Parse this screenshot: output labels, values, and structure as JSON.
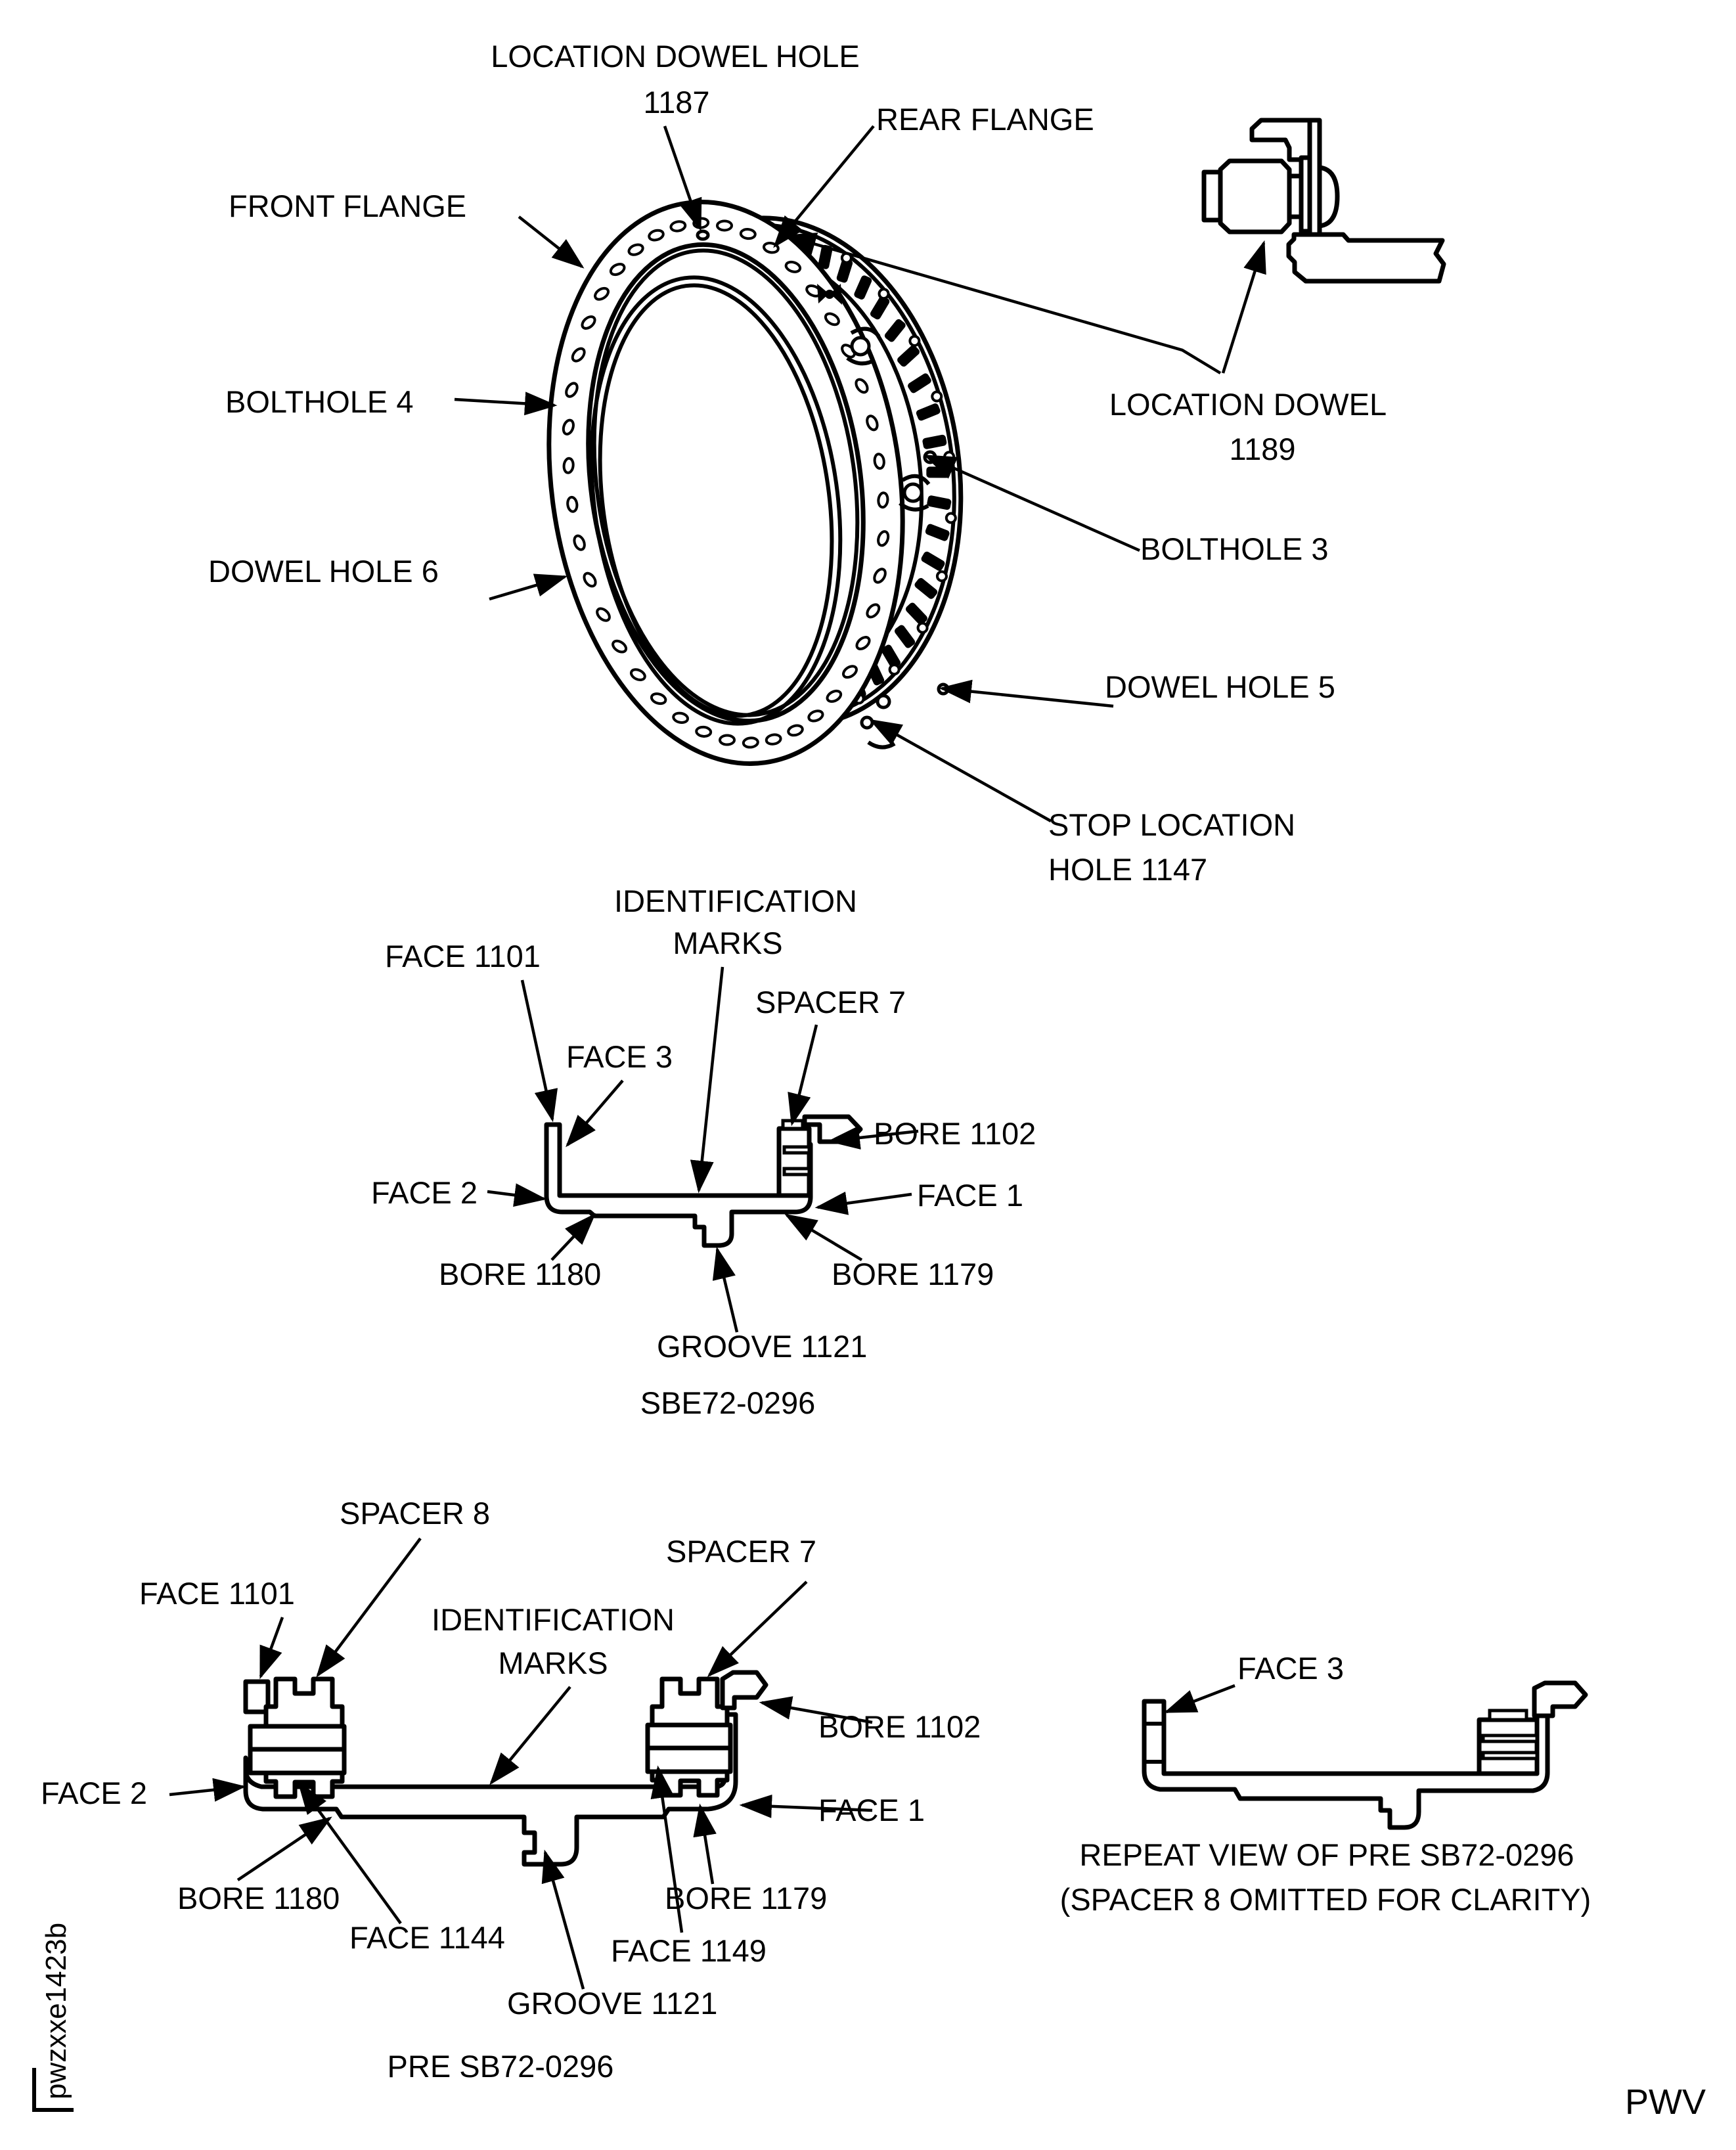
{
  "doc_type": "technical-illustration",
  "ring_view": {
    "labels": {
      "location_dowel_hole_line1": "LOCATION DOWEL HOLE",
      "location_dowel_hole_line2": "1187",
      "rear_flange": "REAR FLANGE",
      "front_flange": "FRONT FLANGE",
      "bolthole_4": "BOLTHOLE 4",
      "dowel_hole_6": "DOWEL HOLE 6",
      "location_dowel_line1": "LOCATION DOWEL",
      "location_dowel_line2": "1189",
      "bolthole_3": "BOLTHOLE 3",
      "dowel_hole_5": "DOWEL HOLE 5",
      "stop_location_line1": "STOP LOCATION",
      "stop_location_line2": "HOLE 1147"
    }
  },
  "sbe_view": {
    "caption": "SBE72-0296",
    "labels": {
      "identification_line1": "IDENTIFICATION",
      "identification_line2": "MARKS",
      "face_1101": "FACE 1101",
      "face_3": "FACE 3",
      "spacer_7": "SPACER 7",
      "bore_1102": "BORE 1102",
      "face_2": "FACE 2",
      "face_1": "FACE 1",
      "bore_1180": "BORE 1180",
      "bore_1179": "BORE 1179",
      "groove_1121": "GROOVE 1121"
    }
  },
  "pre_view": {
    "caption": "PRE SB72-0296",
    "labels": {
      "spacer_8": "SPACER 8",
      "face_1101": "FACE 1101",
      "identification_line1": "IDENTIFICATION",
      "identification_line2": "MARKS",
      "spacer_7": "SPACER 7",
      "bore_1102": "BORE 1102",
      "face_2": "FACE 2",
      "face_1": "FACE 1",
      "bore_1180": "BORE 1180",
      "bore_1179": "BORE 1179",
      "face_1144": "FACE 1144",
      "face_1149": "FACE 1149",
      "groove_1121": "GROOVE 1121"
    }
  },
  "repeat_view": {
    "caption_line1": "REPEAT VIEW OF PRE SB72-0296",
    "caption_line2": "(SPACER 8 OMITTED FOR CLARITY)",
    "labels": {
      "face_3": "FACE 3"
    }
  },
  "footer": {
    "left_code": "pwzxxe1423b",
    "right_code": "PWV"
  },
  "colors": {
    "ink": "#000000",
    "paper": "#ffffff"
  }
}
